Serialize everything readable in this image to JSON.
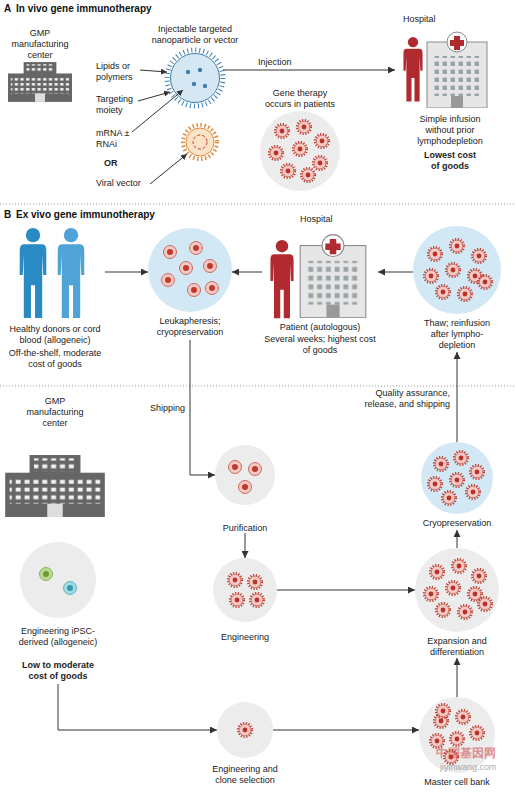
{
  "diagram": {
    "nodes": [
      {
        "text": [
          "GMP manufacturing center"
        ]
      },
      {
        "text": [
          "Injectable targeted nanoparticle or vector"
        ]
      },
      {
        "text": [
          "Gene therapy occurs in patients"
        ]
      },
      {
        "text": [
          "Hospital",
          "Simple infusion without prior lymphodepletion",
          "Lowest cost of goods"
        ]
      },
      {
        "text": [
          "Healthy donors or cord blood (allogeneic)",
          "Off-the-shelf, moderate cost of goods"
        ]
      },
      {
        "text": [
          "Leukapheresis; cryopreservation"
        ]
      },
      {
        "text": [
          "Hospital",
          "Patient (autologous)",
          "Several weeks; highest cost of goods"
        ]
      },
      {
        "text": [
          "Thaw; reinfusion after lympho-depletion"
        ]
      },
      {
        "text": [
          "GMP manufacturing center"
        ]
      },
      {
        "text": [
          "Purification"
        ]
      },
      {
        "text": [
          "Engineering"
        ]
      },
      {
        "text": [
          "Engineering iPSC-derived (allogeneic)",
          "Low to moderate cost of goods"
        ]
      },
      {
        "text": [
          "Engineering and clone selection"
        ]
      },
      {
        "text": [
          "Master cell bank"
        ]
      },
      {
        "text": [
          "Expansion and differentiation"
        ]
      },
      {
        "text": [
          "Cryopreservation"
        ]
      }
    ],
    "edges": [
      {
        "from": 1,
        "to": 3,
        "arrow": "to",
        "label": "Injection"
      },
      {
        "from": 4,
        "to": 5,
        "arrow": "to"
      },
      {
        "from": 6,
        "to": 5,
        "arrow": "to"
      },
      {
        "from": 7,
        "to": 6,
        "arrow": "to"
      },
      {
        "from": 5,
        "to": 9,
        "arrow": "to",
        "label": "Shipping"
      },
      {
        "from": 9,
        "to": 10,
        "arrow": "to"
      },
      {
        "from": 10,
        "to": 14,
        "arrow": "to"
      },
      {
        "from": 11,
        "to": 12,
        "arrow": "to"
      },
      {
        "from": 12,
        "to": 13,
        "arrow": "to"
      },
      {
        "from": 13,
        "to": 14,
        "arrow": "to"
      },
      {
        "from": 14,
        "to": 15,
        "arrow": "to"
      },
      {
        "from": 15,
        "to": 7,
        "arrow": "to",
        "label": "Quality assurance, release, and shipping"
      }
    ],
    "labels": [
      "A",
      "In vivo gene immunotherapy",
      "Lipids or polymers",
      "Targeting moiety",
      "mRNA ± RNAi",
      "OR",
      "Viral vector",
      "B",
      "Ex vivo gene immunotherapy",
      "中国基因网",
      "jiyinwang.com"
    ]
  }
}
